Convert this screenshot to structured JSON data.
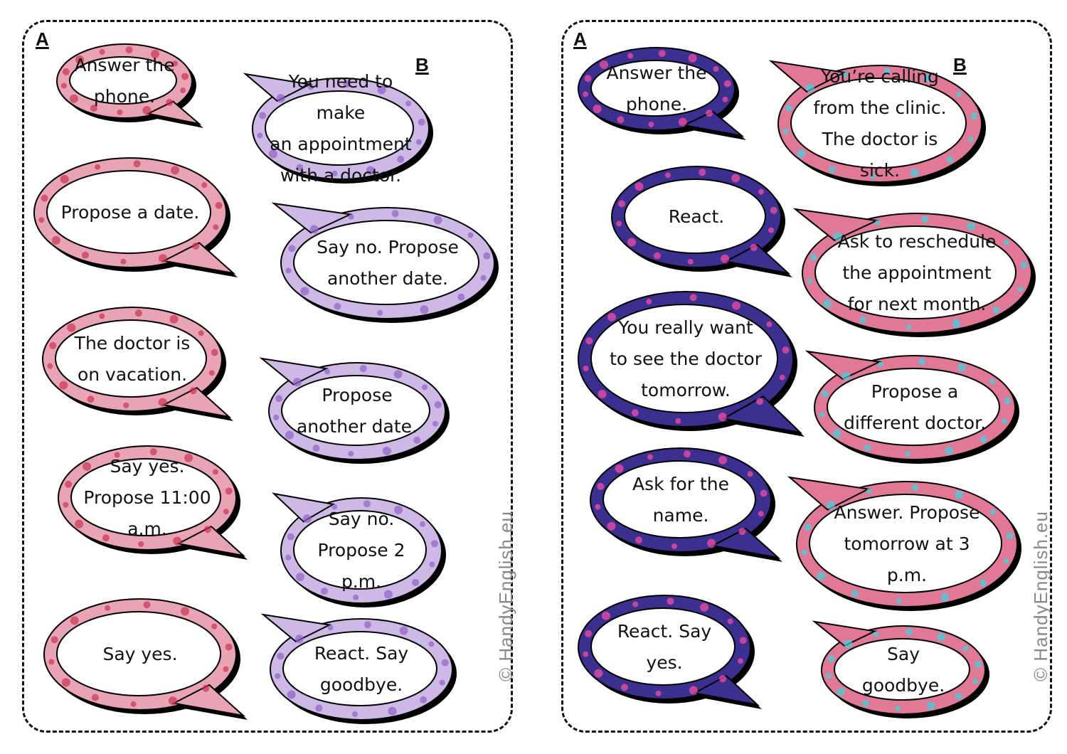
{
  "cards": [
    {
      "role_a": "A",
      "role_b": "B",
      "watermark": "© HandyEnglish.eu",
      "theme": "hearts",
      "bubbles": [
        {
          "role": "A",
          "text": "Answer the\nphone."
        },
        {
          "role": "B",
          "text": "You need to make\nan appointment\nwith a doctor."
        },
        {
          "role": "A",
          "text": "Propose a date."
        },
        {
          "role": "B",
          "text": "Say no. Propose\nanother date."
        },
        {
          "role": "A",
          "text": "The doctor is\non vacation."
        },
        {
          "role": "B",
          "text": "Propose\nanother date."
        },
        {
          "role": "A",
          "text": "Say yes.\nPropose 11:00\na.m."
        },
        {
          "role": "B",
          "text": "Say no.\nPropose 2\np.m."
        },
        {
          "role": "A",
          "text": "Say yes."
        },
        {
          "role": "B",
          "text": "React. Say\ngoodbye."
        }
      ]
    },
    {
      "role_a": "A",
      "role_b": "B",
      "watermark": "© HandyEnglish.eu",
      "theme": "medical",
      "bubbles": [
        {
          "role": "A",
          "text": "Answer the\nphone."
        },
        {
          "role": "B",
          "text": "You’re calling\nfrom the clinic.\nThe doctor is\nsick."
        },
        {
          "role": "A",
          "text": "React."
        },
        {
          "role": "B",
          "text": "Ask to reschedule\nthe appointment\nfor next month."
        },
        {
          "role": "A",
          "text": "You really want\nto see the doctor\ntomorrow."
        },
        {
          "role": "B",
          "text": "Propose a\ndifferent doctor."
        },
        {
          "role": "A",
          "text": "Ask for the\nname."
        },
        {
          "role": "B",
          "text": "Answer. Propose\ntomorrow at 3\np.m."
        },
        {
          "role": "A",
          "text": "React. Say\nyes."
        },
        {
          "role": "B",
          "text": "Say\ngoodbye."
        }
      ]
    }
  ],
  "colors": {
    "hearts_fill": "#e8a3b4",
    "hearts_accent": "#c93450",
    "lavender_fill": "#cdb8e6",
    "lavender_accent": "#8f63c4",
    "navy_fill": "#3b2f8f",
    "navy_accent": "#ff4fa3",
    "pink_fill": "#e07896",
    "pink_accent": "#3fd3e0",
    "outline": "#000000",
    "text": "#111111"
  }
}
